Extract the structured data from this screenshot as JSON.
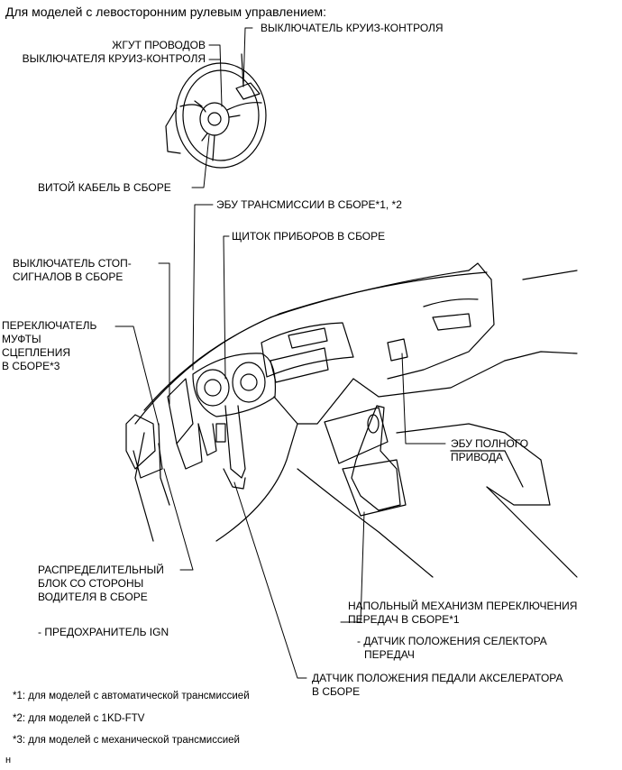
{
  "heading": "Для моделей с левосторонним рулевым управлением:",
  "labels": {
    "wiring_harness": [
      "ЖГУТ ПРОВОДОВ",
      "ВЫКЛЮЧАТЕЛЯ КРУИЗ-КОНТРОЛЯ"
    ],
    "cruise_switch": "ВЫКЛЮЧАТЕЛЬ КРУИЗ-КОНТРОЛЯ",
    "spiral_cable": "ВИТОЙ КАБЕЛЬ В СБОРЕ",
    "transmission_ecu": "ЭБУ ТРАНСМИССИИ В СБОРЕ*1, *2",
    "instrument_cluster": "ЩИТОК ПРИБОРОВ В СБОРЕ",
    "stop_light_switch": [
      "ВЫКЛЮЧАТЕЛЬ СТОП-",
      "СИГНАЛОВ В СБОРЕ"
    ],
    "clutch_switch": [
      "ПЕРЕКЛЮЧАТЕЛЬ",
      "МУФТЫ",
      "СЦЕПЛЕНИЯ",
      "В СБОРЕ*3"
    ],
    "awd_ecu": [
      "ЭБУ ПОЛНОГО",
      "ПРИВОДА"
    ],
    "junction_block": [
      "РАСПРЕДЕЛИТЕЛЬНЫЙ",
      "БЛОК СО СТОРОНЫ",
      "ВОДИТЕЛЯ В СБОРЕ"
    ],
    "ign_fuse": "- ПРЕДОХРАНИТЕЛЬ IGN",
    "floor_shift": [
      "НАПОЛЬНЫЙ МЕХАНИЗМ ПЕРЕКЛЮЧЕНИЯ",
      "ПЕРЕДАЧ В СБОРЕ*1"
    ],
    "selector_sensor": [
      "- ДАТЧИК ПОЛОЖЕНИЯ СЕЛЕКТОРА",
      "ПЕРЕДАЧ"
    ],
    "accel_pedal_sensor": [
      "ДАТЧИК ПОЛОЖЕНИЯ ПЕДАЛИ АКСЕЛЕРАТОРА",
      "В СБОРЕ"
    ]
  },
  "footnotes": [
    "*1: для моделей с автоматической трансмиссией",
    "*2: для моделей с 1KD-FTV",
    "*3: для моделей с механической трансмиссией"
  ],
  "corner_mark": "н"
}
